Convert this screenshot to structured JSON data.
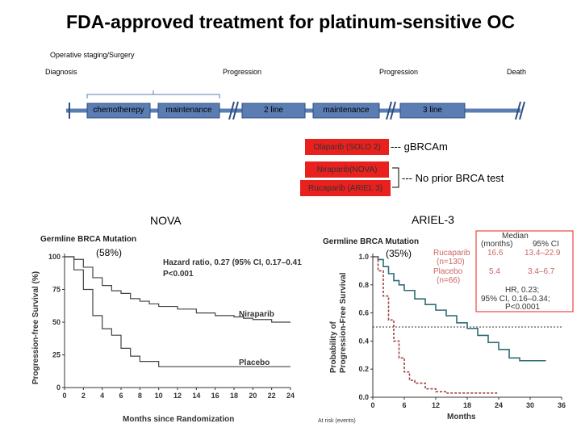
{
  "title": "FDA-approved treatment for platinum-sensitive OC",
  "timeline": {
    "staging": "Operative staging/Surgery",
    "diagnosis": "Diagnosis",
    "progression1": "Progression",
    "progression2": "Progression",
    "death": "Death",
    "seg1": "chemotherepy",
    "seg2": "maintenance",
    "seg3": "2 line",
    "seg4": "maintenance",
    "seg5": "3 line"
  },
  "drugs": {
    "olaparib": "Olaparib (SOLO 2)",
    "niraparib": "Niraparib(NOVA)",
    "rucaparib": "Rucaparib (ARIEL 3)",
    "gbrca_note": "--- gBRCAm",
    "no_brca_note": "--- No prior BRCA test"
  },
  "colors": {
    "bar": "#5b7db3",
    "red": "#e8201e",
    "teal": "#2e6e73",
    "placebo_red": "#a04040"
  },
  "chart_data": [
    {
      "type": "line",
      "title": "NOVA",
      "subtitle": "Germline BRCA Mutation",
      "annotation": "(58%)",
      "hazard_text": "Hazard ratio, 0.27 (95% CI, 0.17–0.41)",
      "p_text": "P<0.001",
      "xlabel": "Months since Randomization",
      "ylabel": "Progression-free Survival (%)",
      "xticks": [
        0,
        2,
        4,
        6,
        8,
        10,
        12,
        14,
        16,
        18,
        20,
        22,
        24
      ],
      "yticks": [
        0,
        25,
        50,
        75,
        100
      ],
      "xlim": [
        0,
        24
      ],
      "ylim": [
        0,
        100
      ],
      "series": [
        {
          "name": "Niraparib",
          "x": [
            0,
            1,
            2,
            3,
            4,
            5,
            6,
            7,
            8,
            9,
            10,
            12,
            14,
            16,
            18,
            19,
            20,
            21,
            22,
            23,
            24
          ],
          "y": [
            100,
            98,
            92,
            84,
            78,
            74,
            72,
            68,
            66,
            64,
            62,
            60,
            57,
            55,
            54,
            53,
            52,
            52,
            50,
            50,
            50
          ]
        },
        {
          "name": "Placebo",
          "x": [
            0,
            1,
            2,
            3,
            4,
            5,
            6,
            7,
            8,
            10,
            12,
            14,
            16,
            18,
            20,
            22,
            24
          ],
          "y": [
            100,
            90,
            75,
            55,
            45,
            40,
            30,
            24,
            20,
            16,
            16,
            16,
            16,
            16,
            16,
            16,
            16
          ]
        }
      ]
    },
    {
      "type": "line",
      "title": "ARIEL-3",
      "subtitle": "Germline BRCA Mutation",
      "annotation": "(35%)",
      "legend_header": "Median",
      "legend_header2": "(months)",
      "ci_header": "95% CI",
      "legend": [
        {
          "name": "Rucaparib",
          "n": "(n=130)",
          "median": "16.6",
          "ci": "13.4–22.9"
        },
        {
          "name": "Placebo",
          "n": "(n=66)",
          "median": "5.4",
          "ci": "3.4–6.7"
        }
      ],
      "hr_line1": "HR, 0.23;",
      "hr_line2": "95% CI, 0.16–0.34;",
      "hr_line3": "P<0.0001",
      "xlabel": "Months",
      "ylabel": "Probability of Progression-Free Survival",
      "at_risk": "At risk (events)",
      "xticks": [
        0,
        6,
        12,
        18,
        24,
        30,
        36
      ],
      "yticks": [
        0.0,
        0.2,
        0.4,
        0.6,
        0.8,
        1.0
      ],
      "xlim": [
        0,
        36
      ],
      "ylim": [
        0,
        1.0
      ],
      "series": [
        {
          "name": "Rucaparib",
          "x": [
            0,
            1,
            2,
            3,
            4,
            5,
            6,
            8,
            10,
            12,
            14,
            16,
            18,
            20,
            22,
            24,
            26,
            28,
            30,
            33
          ],
          "y": [
            1.0,
            0.98,
            0.93,
            0.88,
            0.83,
            0.8,
            0.76,
            0.7,
            0.66,
            0.62,
            0.58,
            0.53,
            0.49,
            0.44,
            0.39,
            0.34,
            0.28,
            0.26,
            0.26,
            0.26
          ]
        },
        {
          "name": "Placebo",
          "x": [
            0,
            1,
            2,
            3,
            4,
            5,
            6,
            7,
            8,
            10,
            12,
            14,
            16,
            18,
            20,
            22,
            24
          ],
          "y": [
            1.0,
            0.9,
            0.72,
            0.55,
            0.4,
            0.28,
            0.18,
            0.12,
            0.1,
            0.06,
            0.04,
            0.03,
            0.03,
            0.03,
            0.03,
            0.03,
            0.03
          ]
        }
      ]
    }
  ]
}
